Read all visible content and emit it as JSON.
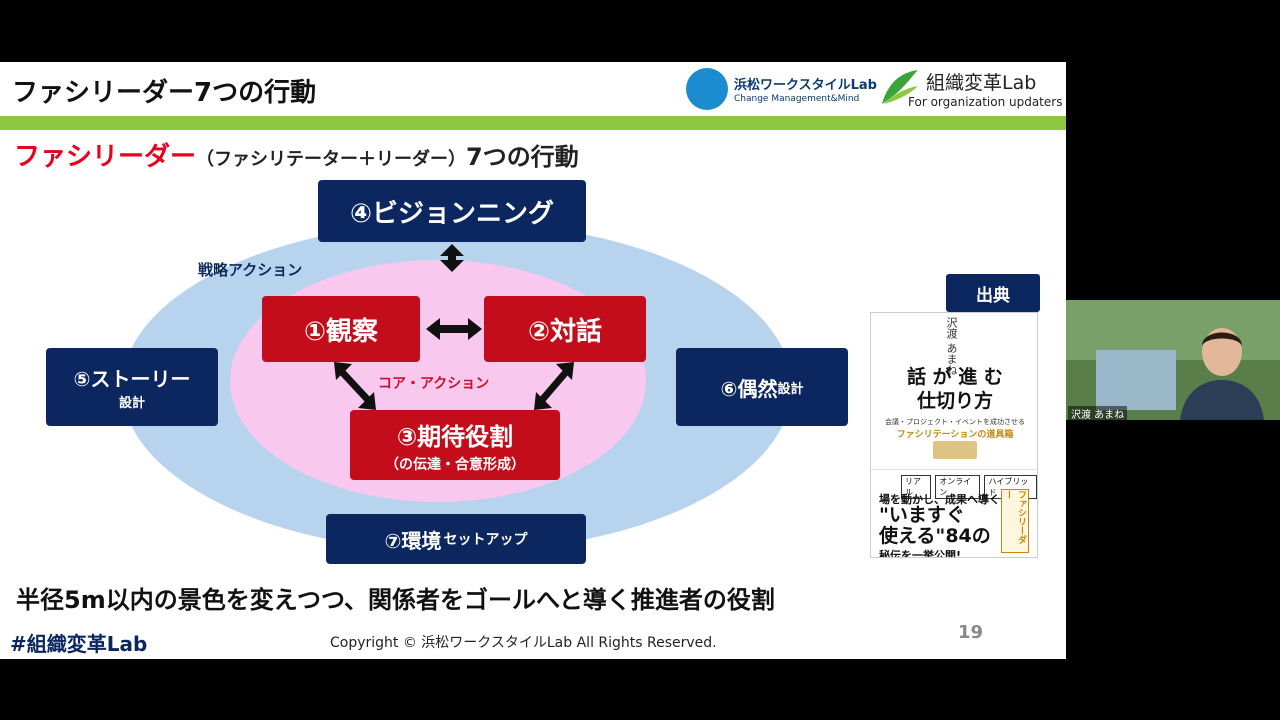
{
  "slide": {
    "title": "ファシリーダー7つの行動",
    "logos": {
      "hamamatsu_name": "浜松ワークスタイルLab",
      "hamamatsu_tagline": "Change Management&Mind",
      "org_name": "組織変革Lab",
      "org_tagline": "For organization updaters"
    },
    "subtitle": {
      "highlight": "ファシリーダー",
      "paren": "（ファシリテーター＋リーダー）",
      "rest": "7つの行動"
    },
    "strategy_label": "戦略アクション",
    "core_label": "コア・アクション",
    "actions": {
      "a1": "①観察",
      "a2": "②対話",
      "a3_main": "③期待役割",
      "a3_sub": "（の伝達・合意形成）",
      "a4": "④ビジョンニング",
      "a5_main": "⑤ストーリー",
      "a5_sub": "設計",
      "a6_main": "⑥偶然",
      "a6_sub": "設計",
      "a7_main": "⑦環境",
      "a7_sub": "セットアップ"
    },
    "summary": "半径5m以内の景色を変えつつ、関係者をゴールへと導く推進者の役割",
    "hashtag": "#組織変革Lab",
    "copyright": "Copyright © 浜松ワークスタイルLab  All Rights Reserved.",
    "page_number": "19",
    "source": {
      "label": "出典",
      "book_author": "沢渡 あまね",
      "book_title_1": "話 が 進 む",
      "book_title_2": "仕切り方",
      "book_sub": "会議・プロジェクト・イベントを成功させる",
      "book_sub2": "ファシリテーションの道具箱",
      "tags": [
        "リアル",
        "オンライン",
        "ハイブリッド"
      ],
      "band1": "場を動かし、成果へ導く",
      "band2a": "\"いますぐ",
      "band2b": "使える\"84の",
      "band3": "秘伝を一挙公開!",
      "vlabel": "ファシリーダー"
    }
  },
  "webcam": {
    "name": "沢渡 あまね"
  },
  "colors": {
    "navy": "#0c2660",
    "red": "#c30d1a",
    "green_bar": "#8dc63f",
    "outer_ellipse": "#b8d3ed",
    "inner_ellipse": "#f9c8ee"
  }
}
